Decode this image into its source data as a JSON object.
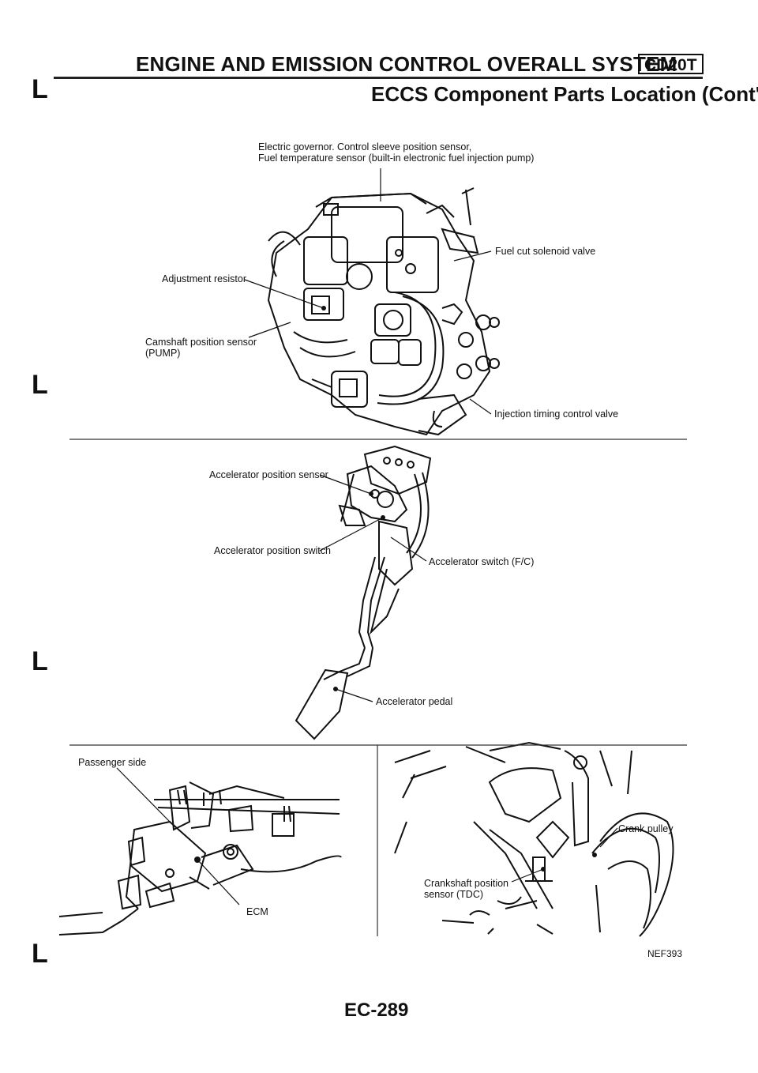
{
  "header": {
    "title": "ENGINE AND EMISSION CONTROL OVERALL SYSTEM",
    "code": "CD20T",
    "subtitle": "ECCS Component Parts Location (Cont'd)"
  },
  "pump_figure": {
    "top_note_line1": "Electric governor. Control sleeve position sensor,",
    "top_note_line2": "Fuel temperature sensor (built-in electronic fuel injection pump)",
    "fuel_cut": "Fuel cut solenoid valve",
    "adjustment": "Adjustment resistor",
    "camshaft_line1": "Camshaft position sensor",
    "camshaft_line2": "(PUMP)",
    "injection_timing": "Injection timing control valve"
  },
  "pedal_figure": {
    "accel_sensor": "Accelerator position sensor",
    "accel_switch_pos": "Accelerator position switch",
    "accel_switch_fc": "Accelerator switch (F/C)",
    "accel_pedal": "Accelerator pedal"
  },
  "ecm_figure": {
    "passenger_side": "Passenger side",
    "ecm": "ECM"
  },
  "crank_figure": {
    "crank_pulley": "Crank pulley",
    "crankshaft_line1": "Crankshaft position",
    "crankshaft_line2": "sensor (TDC)"
  },
  "figure_id": "NEF393",
  "page_number": "EC-289"
}
